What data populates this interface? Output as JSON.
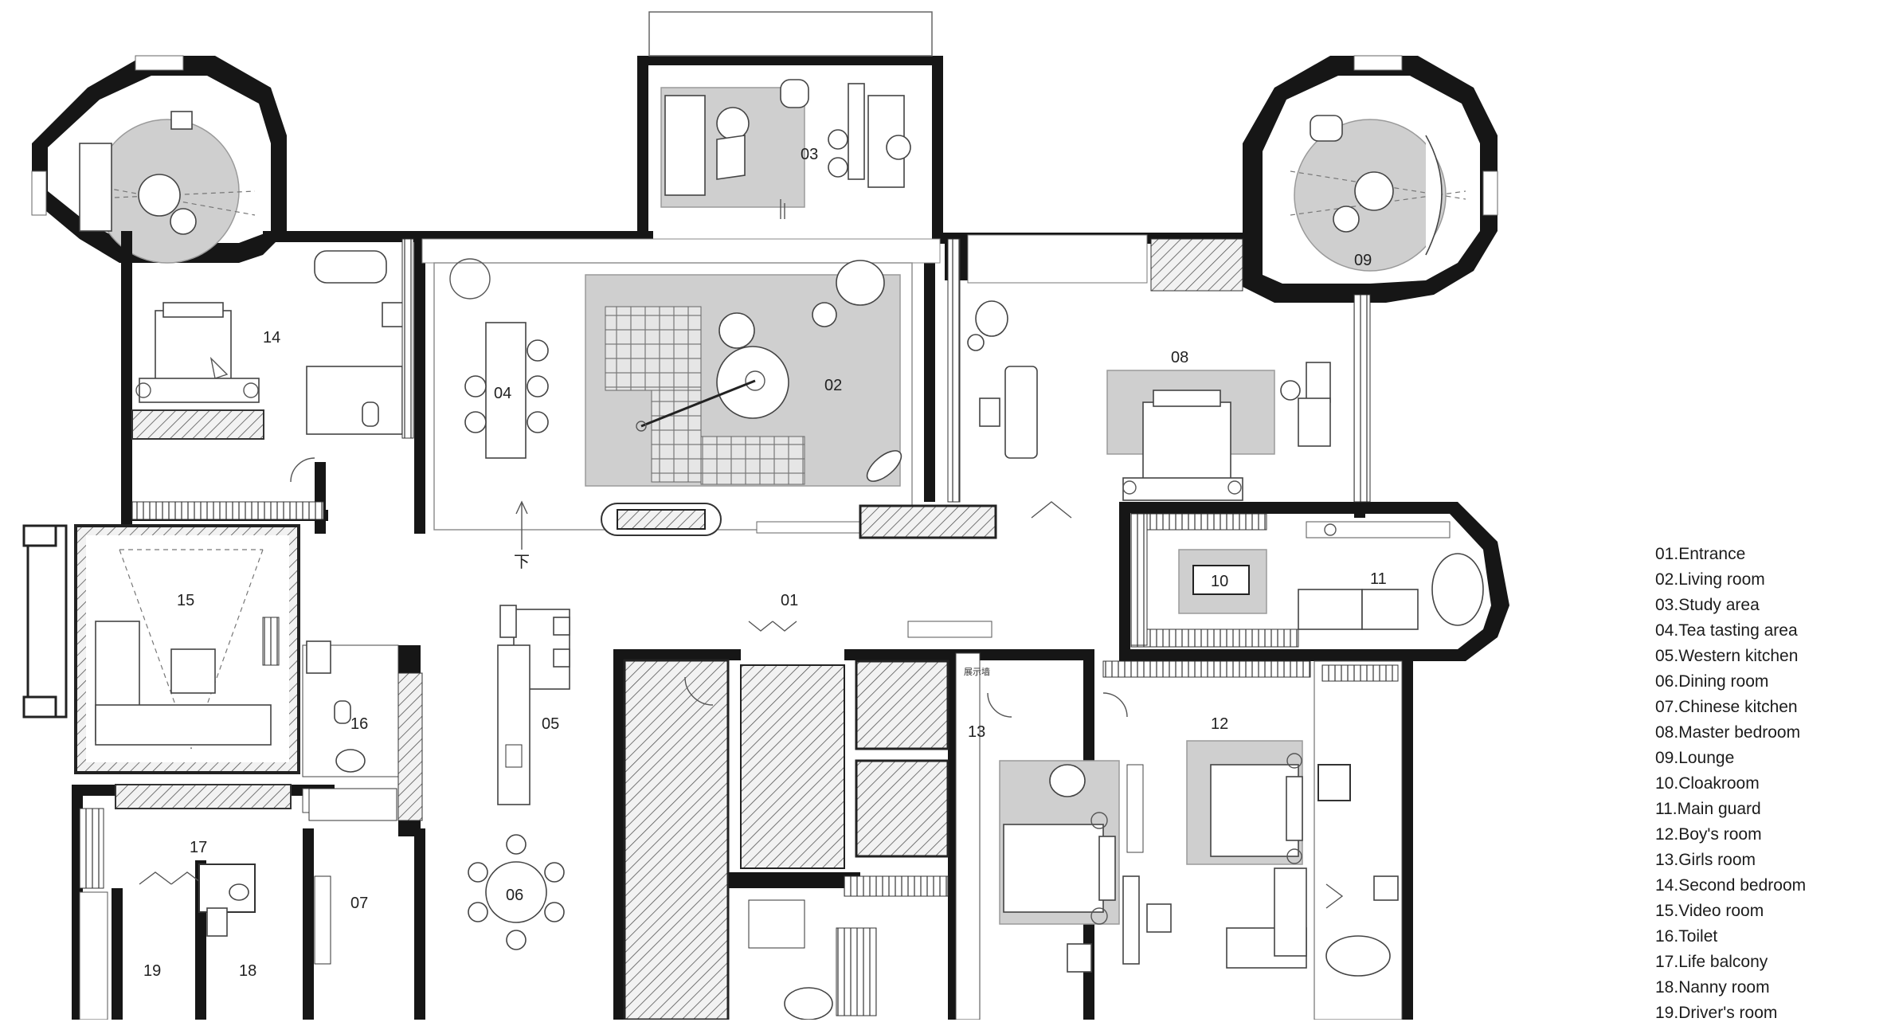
{
  "rooms": {
    "r01": "01",
    "r02": "02",
    "r03": "03",
    "r04": "04",
    "r05": "05",
    "r06": "06",
    "r07": "07",
    "r08": "08",
    "r09": "09",
    "r10": "10",
    "r11": "11",
    "r12": "12",
    "r13": "13",
    "r14": "14",
    "r15": "15",
    "r16": "16",
    "r17": "17",
    "r18": "18",
    "r19": "19"
  },
  "annotations": {
    "stair_down_mark": "下",
    "display_wall_mark": "展示墙"
  },
  "legend": [
    "01.Entrance",
    "02.Living room",
    "03.Study area",
    "04.Tea tasting area",
    "05.Western kitchen",
    "06.Dining room",
    "07.Chinese kitchen",
    "08.Master bedroom",
    "09.Lounge",
    "10.Cloakroom",
    "11.Main guard",
    "12.Boy's room",
    "13.Girls room",
    "14.Second bedroom",
    "15.Video room",
    "16.Toilet",
    "17.Life balcony",
    "18.Nanny room",
    "19.Driver's room"
  ]
}
